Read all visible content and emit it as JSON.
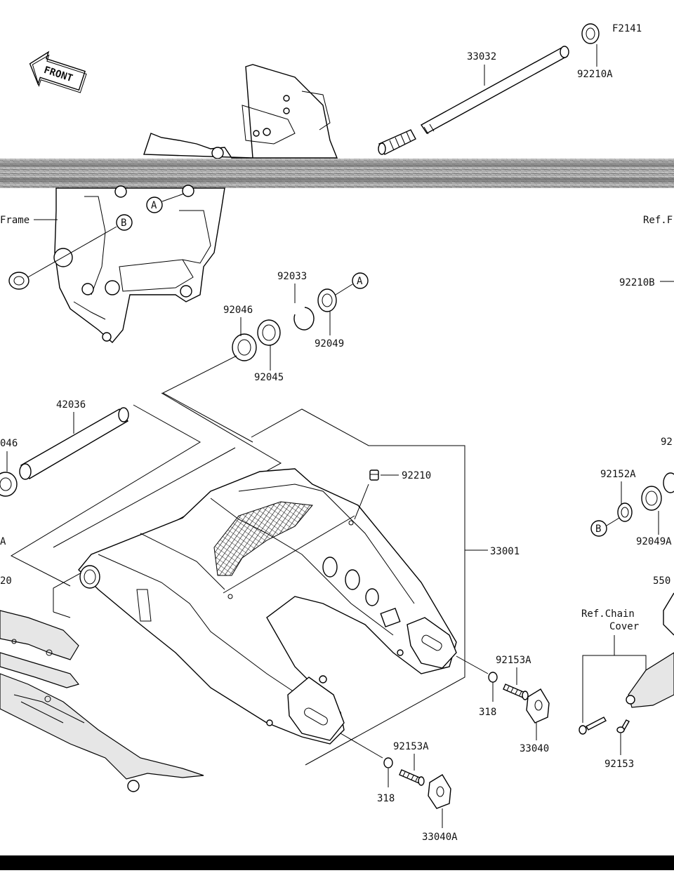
{
  "diagram": {
    "figure_code": "F2141",
    "front_label": "FRONT",
    "callouts": {
      "a": "A",
      "b": "B"
    },
    "parts": {
      "p33032": "33032",
      "p92210A": "92210A",
      "p92210B": "92210B",
      "p92033": "92033",
      "p92046": "92046",
      "p92046_left": "046",
      "p92049": "92049",
      "p92045": "92045",
      "p42036": "42036",
      "p92210": "92210",
      "p33001": "33001",
      "p92152A": "92152A",
      "p92049A": "92049A",
      "p92153A_1": "92153A",
      "p318_1": "318",
      "p33040": "33040",
      "p92153A_2": "92153A",
      "p318_2": "318",
      "p33040A": "33040A",
      "p92153": "92153",
      "p550": "550",
      "p92_right": "92",
      "left_A": "A",
      "left_20": "20"
    },
    "refs": {
      "frame": "Frame",
      "ref_f": "Ref.F",
      "chain_cover_1": "Ref.Chain",
      "chain_cover_2": "Cover"
    }
  }
}
